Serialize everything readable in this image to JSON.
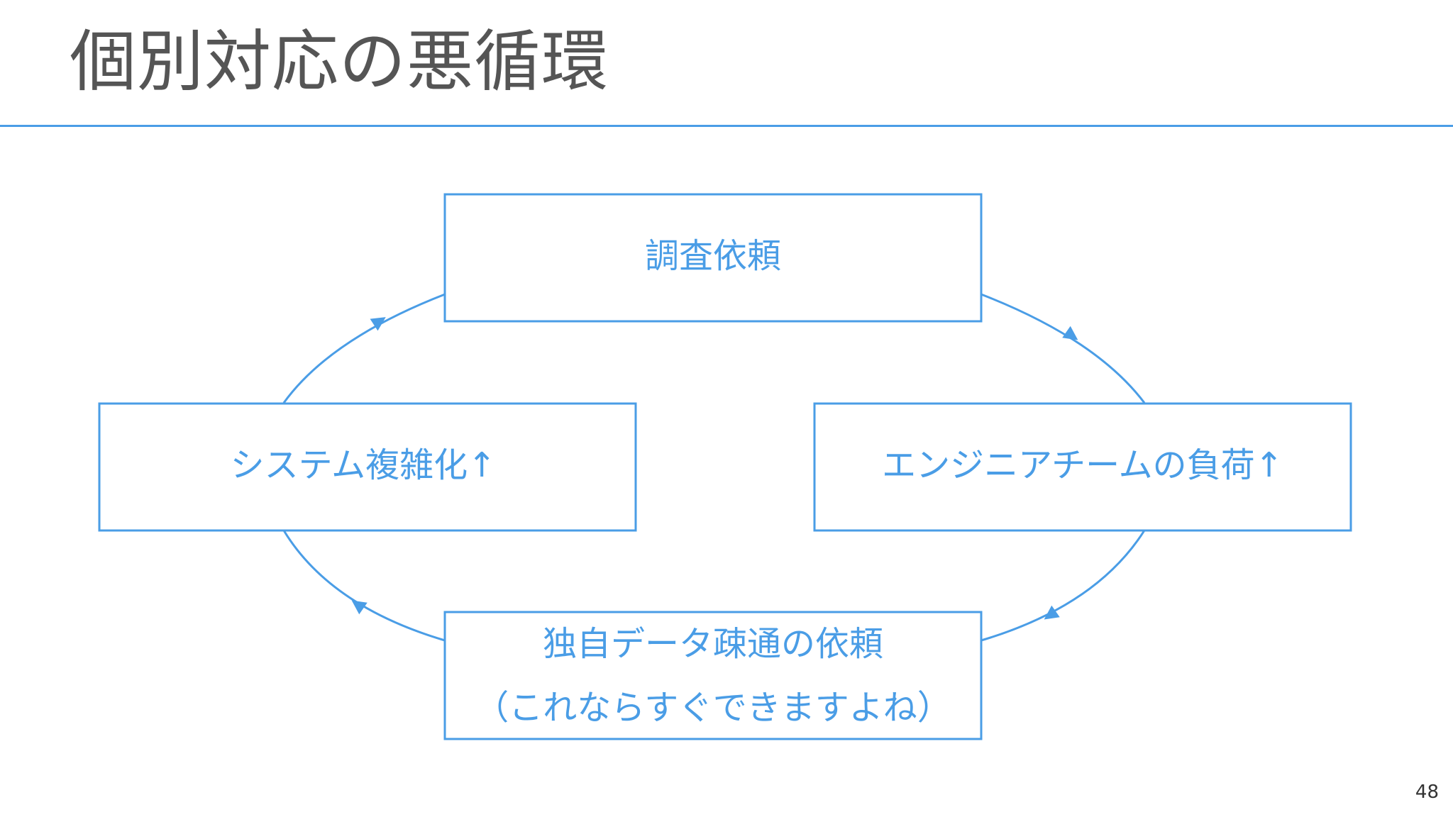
{
  "slide": {
    "title": "個別対応の悪循環",
    "page_number": "48"
  },
  "diagram": {
    "accent_color": "#4a9de6",
    "nodes": {
      "top": {
        "label": "調査依頼"
      },
      "right": {
        "label": "エンジニアチームの負荷↑"
      },
      "bottom": {
        "line1": "独自データ疎通の依頼",
        "line2": "（これならすぐできますよね）"
      },
      "left": {
        "label": "システム複雑化↑"
      }
    },
    "flow": [
      "調査依頼",
      "エンジニアチームの負荷↑",
      "独自データ疎通の依頼",
      "システム複雑化↑"
    ]
  }
}
